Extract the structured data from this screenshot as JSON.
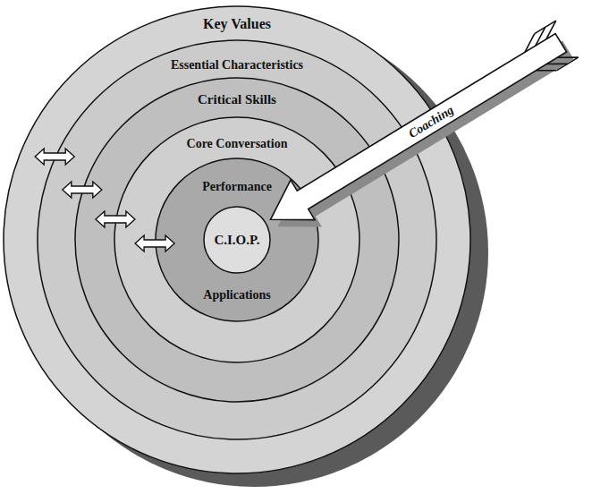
{
  "diagram": {
    "nodes": [
      {
        "text": [
          "Key Values"
        ]
      },
      {
        "text": [
          "Essential Characteristics"
        ],
        "in": 0
      },
      {
        "text": [
          "Critical Skills"
        ],
        "in": 1
      },
      {
        "text": [
          "Core Conversation"
        ],
        "in": 2
      },
      {
        "text": [
          "Performance",
          "Applications"
        ],
        "in": 3
      },
      {
        "text": [
          "C.I.O.P."
        ],
        "in": 4
      }
    ],
    "edges": [
      {
        "from": 0,
        "to": 1,
        "arrow": "both"
      },
      {
        "from": 1,
        "to": 2,
        "arrow": "both"
      },
      {
        "from": 2,
        "to": 3,
        "arrow": "both"
      },
      {
        "from": 3,
        "to": 4,
        "arrow": "both"
      }
    ],
    "labels": [
      "Coaching"
    ]
  }
}
